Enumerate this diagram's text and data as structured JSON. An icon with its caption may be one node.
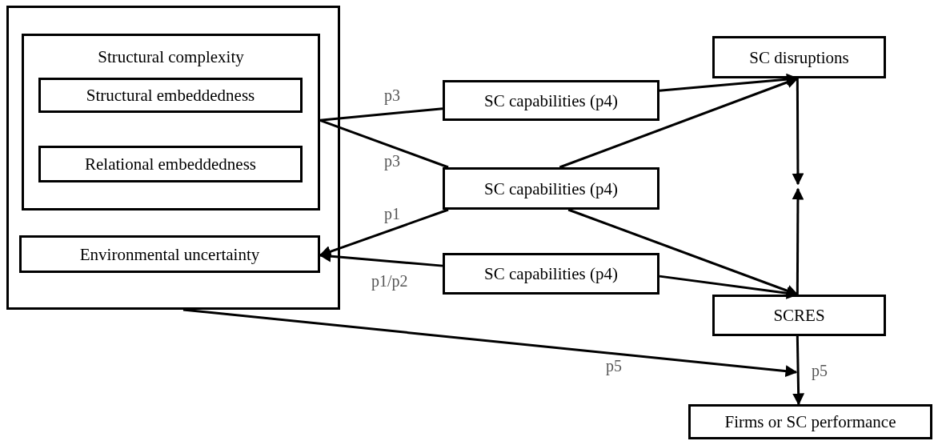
{
  "diagram": {
    "nodes": [
      {
        "text": [],
        "shape": "box"
      },
      {
        "text": [
          "Structural complexity"
        ],
        "in": 0
      },
      {
        "text": [
          "Structural embeddedness"
        ],
        "in": 1
      },
      {
        "text": [
          "Relational embeddedness"
        ],
        "in": 1
      },
      {
        "text": [
          "Environmental uncertainty"
        ],
        "in": 0
      },
      {
        "text": [
          "SC capabilities (p4)"
        ]
      },
      {
        "text": [
          "SC capabilities (p4)"
        ]
      },
      {
        "text": [
          "SC capabilities (p4)"
        ]
      },
      {
        "text": [
          "SC disruptions"
        ]
      },
      {
        "text": [
          "SCRES"
        ]
      },
      {
        "text": [
          "Firms or SC performance"
        ]
      }
    ],
    "edges": [
      {
        "from": 1,
        "to": 5,
        "arrow": "none",
        "label": "p3"
      },
      {
        "from": 1,
        "to": 6,
        "arrow": "none",
        "label": "p3"
      },
      {
        "from": 6,
        "to": 4,
        "arrow": "to",
        "label": "p1"
      },
      {
        "from": 7,
        "to": 4,
        "arrow": "to",
        "label": "p1/p2"
      },
      {
        "from": 5,
        "to": 8,
        "arrow": "to"
      },
      {
        "from": 6,
        "to": 8,
        "arrow": "to"
      },
      {
        "from": 6,
        "to": 9,
        "arrow": "to"
      },
      {
        "from": 7,
        "to": 9,
        "arrow": "to"
      },
      {
        "from": 9,
        "to": 10,
        "arrow": "to",
        "label": "p5"
      },
      {
        "from": 8,
        "to": null,
        "arrow": "to"
      },
      {
        "from": 9,
        "to": null,
        "arrow": "to"
      },
      {
        "from": 0,
        "to": null,
        "arrow": "to",
        "label": "p5"
      }
    ]
  }
}
